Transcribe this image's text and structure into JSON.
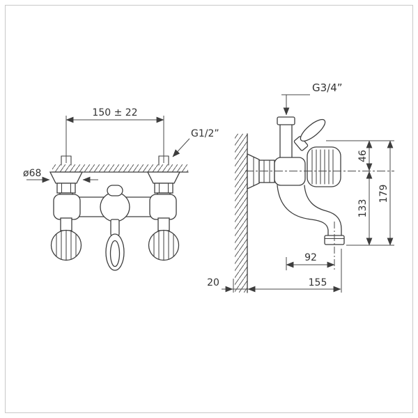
{
  "drawing": {
    "name": "wall-mounted-bath-mixer-dimension-drawing",
    "background": "#ffffff",
    "line_color": "#3d3d3d",
    "dim_line_color": "#4a4a4a",
    "frame_color": "#c9c9c9"
  },
  "front_view": {
    "dim_center_distance": "150 ± 22",
    "label_inlet_thread": "G1/2”",
    "dim_escutcheon_diameter": "ø68"
  },
  "side_view": {
    "label_top_outlet_thread": "G3/4”",
    "dim_handle_top_to_axis": "46",
    "dim_overall_height": "179",
    "dim_axis_to_outlet": "133",
    "dim_outlet_axis_offset": "92",
    "dim_projection": "155",
    "dim_wall_thickness": "20"
  }
}
